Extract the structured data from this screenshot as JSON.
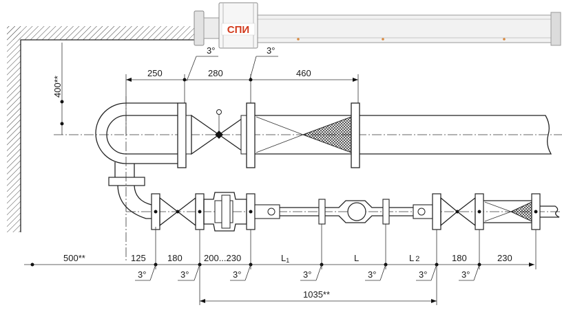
{
  "logo": {
    "text": "СПИ",
    "accent": "#d23a1c"
  },
  "angles": {
    "a1": "3°",
    "a2": "3°",
    "b1": "3°",
    "b2": "3°",
    "b3": "3°",
    "b4": "3°",
    "b5": "3°",
    "b6": "3°",
    "b7": "3°"
  },
  "dims_top": {
    "d250": "250",
    "d280": "280",
    "d460": "460",
    "d400": "400**"
  },
  "dims_bottom": {
    "d500": "500**",
    "d125": "125",
    "d180a": "180",
    "d200": "200...230",
    "L1": "L",
    "L1_sub": "1",
    "L": "L",
    "L2": "L",
    "L2_sub": "2",
    "d180b": "180",
    "d230": "230",
    "d1035": "1035**"
  },
  "colors": {
    "line": "#222222",
    "brand": "#d23a1c",
    "pipe": "#f4f4f4"
  }
}
